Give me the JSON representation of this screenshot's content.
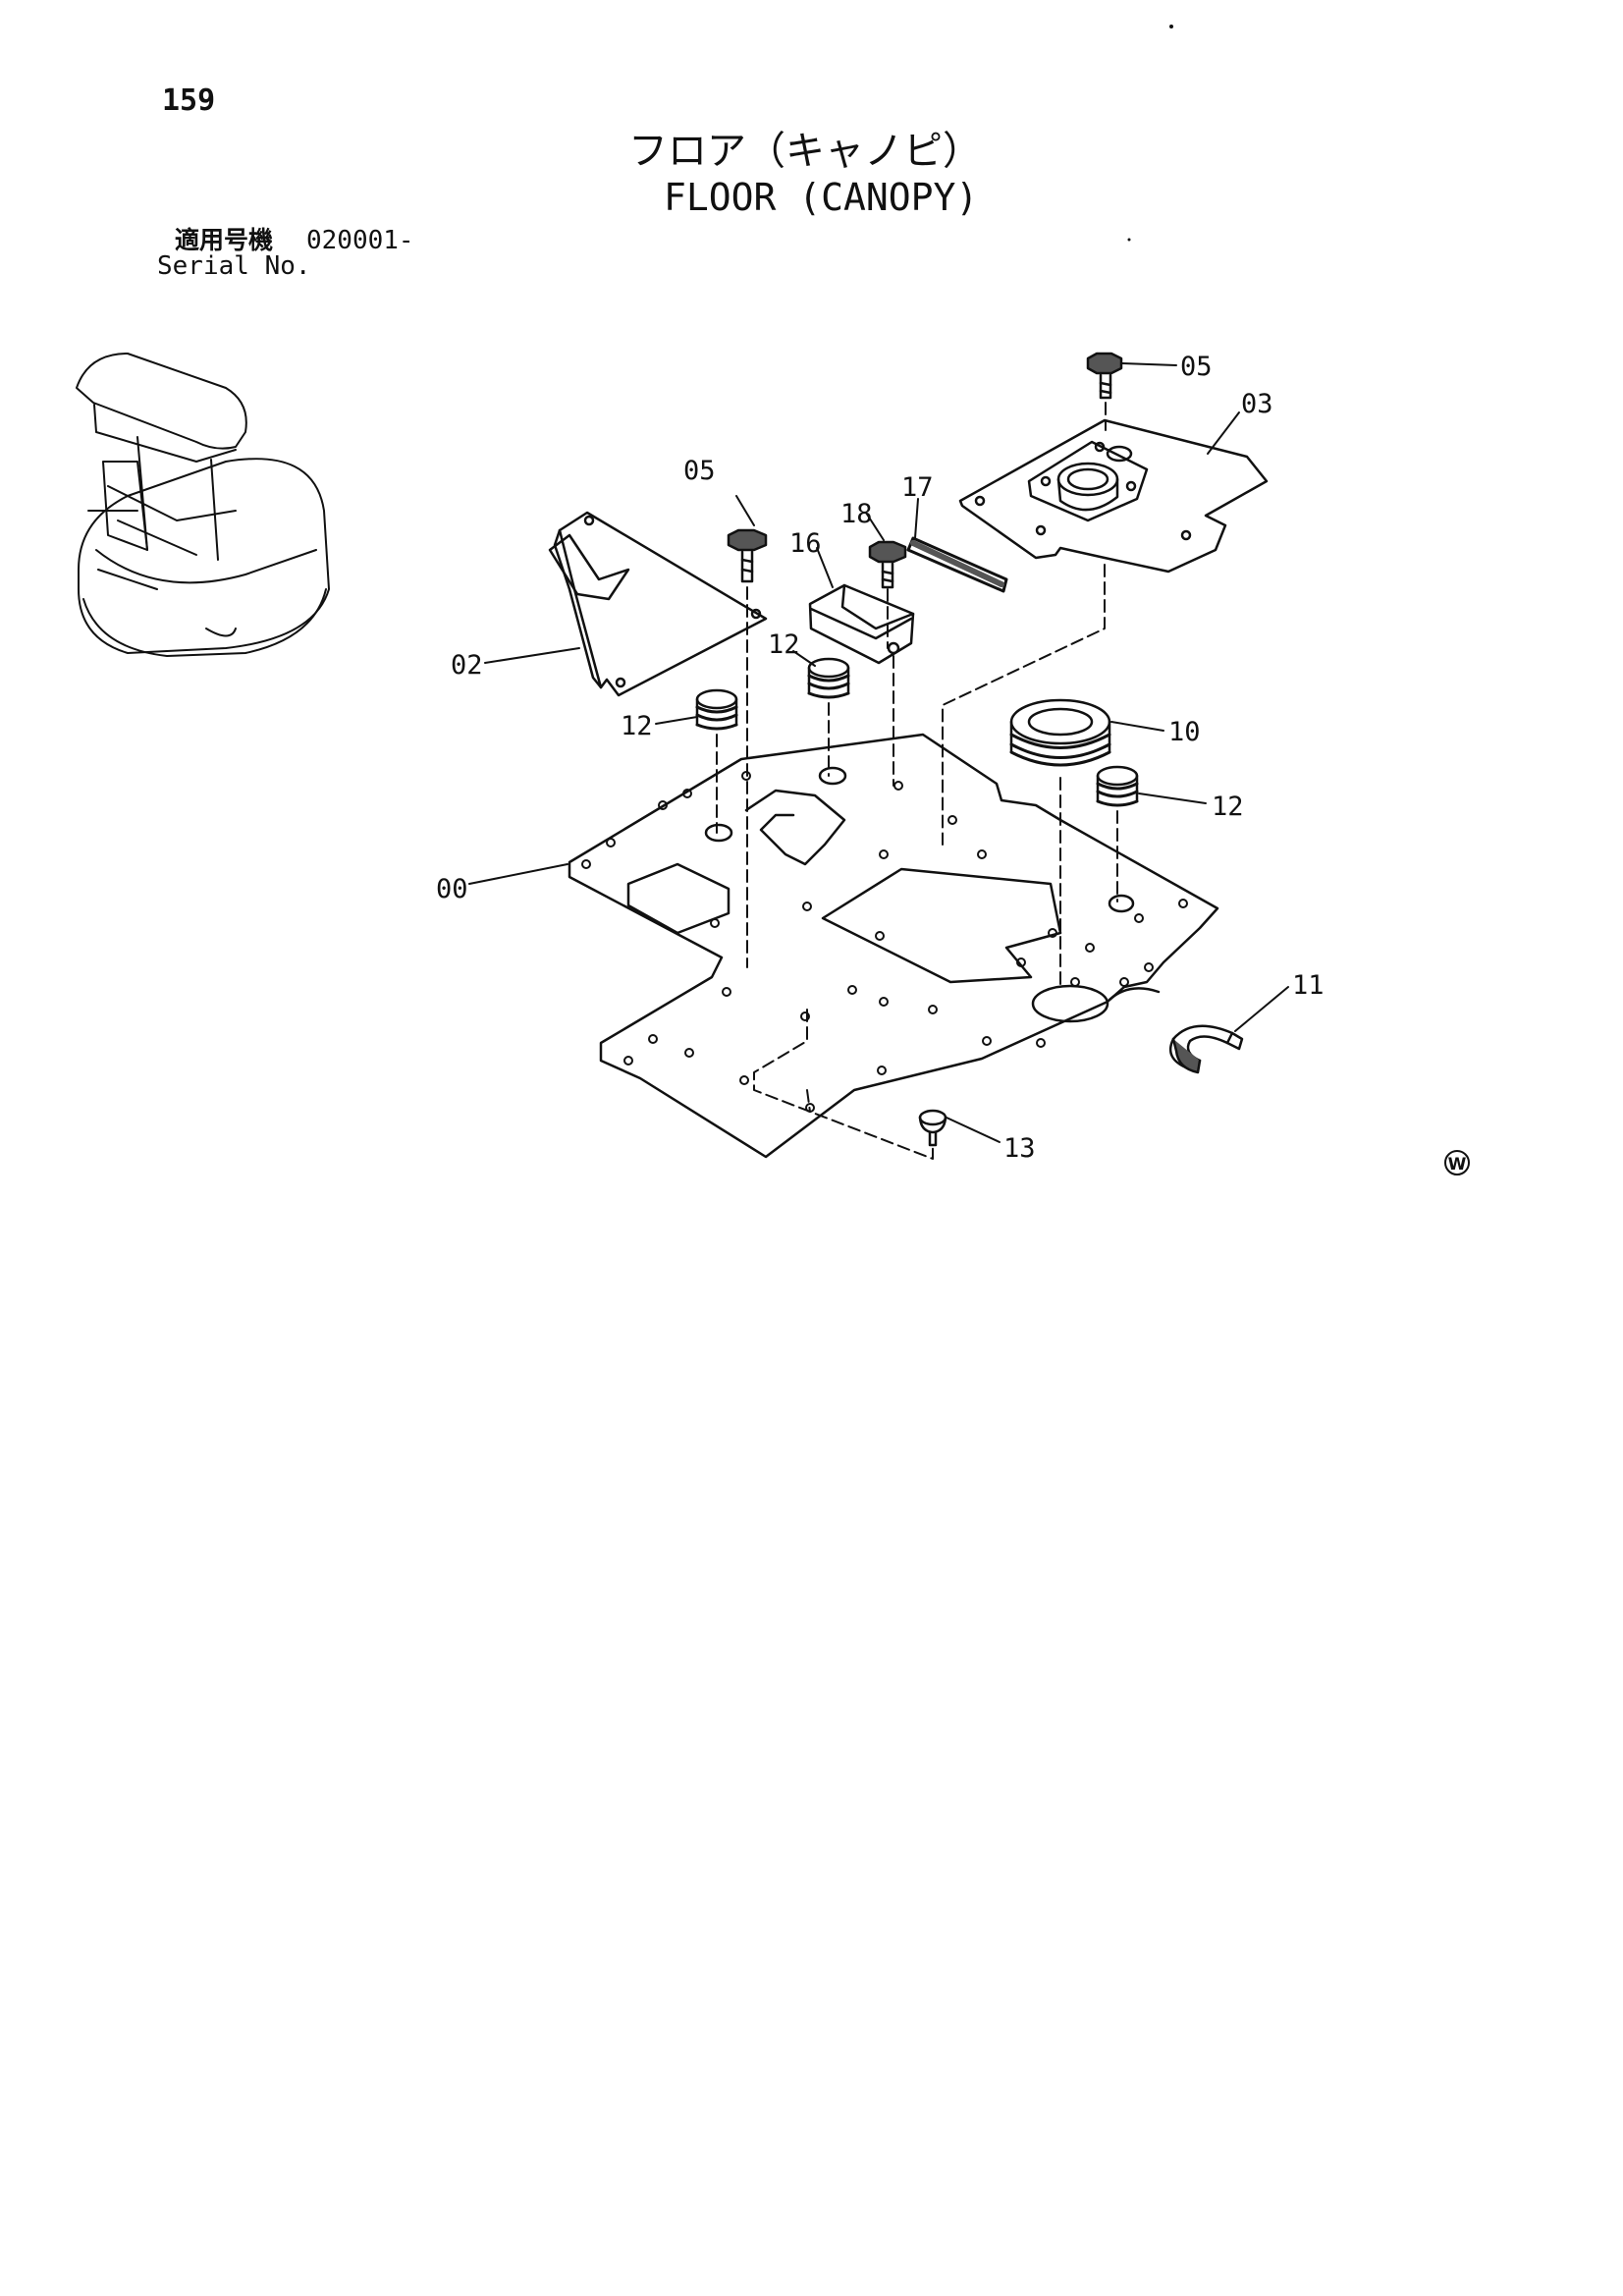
{
  "page": {
    "number": "159"
  },
  "title": {
    "jp": "フロア（キャノピ）",
    "en": "FLOOR (CANOPY)"
  },
  "serial": {
    "jp_label": "適用号機",
    "value": "020001-",
    "en_label": "Serial No."
  },
  "diagram": {
    "callouts": [
      "05",
      "03",
      "05",
      "17",
      "18",
      "16",
      "02",
      "12",
      "12",
      "10",
      "12",
      "00",
      "11",
      "13"
    ],
    "mark": "W"
  },
  "colors": {
    "ink": "#111111",
    "paper": "#ffffff",
    "shade": "#555555"
  }
}
